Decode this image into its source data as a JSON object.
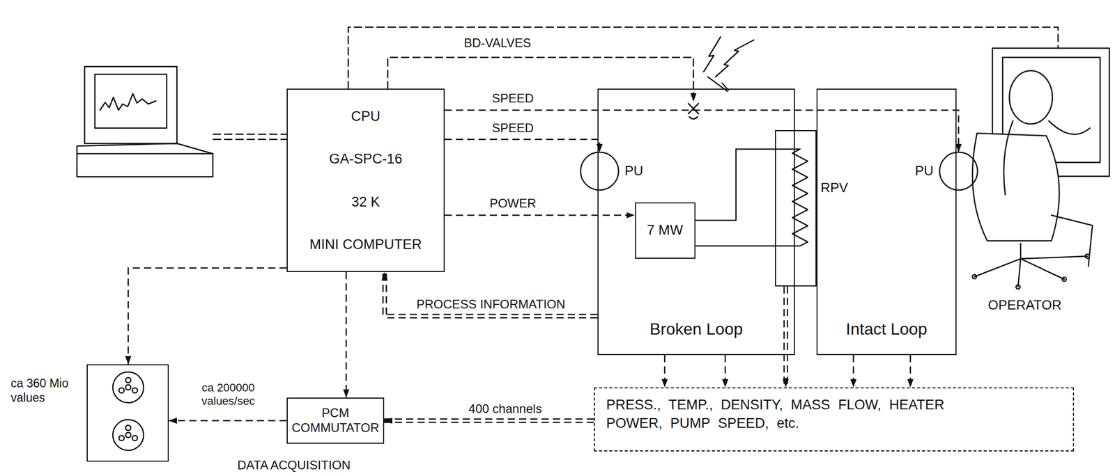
{
  "diagram": {
    "nodes": [
      {
        "text": [
          "CPU",
          "GA-SPC-16",
          "32 K",
          "MINI COMPUTER"
        ]
      },
      {
        "text": [
          "Broken Loop"
        ]
      },
      {
        "text": [
          "PU"
        ]
      },
      {
        "text": [
          "7 MW"
        ],
        "in": 1
      },
      {
        "text": [
          "RPV"
        ]
      },
      {
        "text": [
          "Intact Loop"
        ]
      },
      {
        "text": [
          "PU"
        ]
      },
      {
        "text": [
          "PRESS., TEMP., DENSITY, MASS FLOW, HEATER POWER, PUMP SPEED, etc."
        ]
      },
      {
        "text": [
          "PCM COMMUTATOR"
        ]
      },
      {
        "text": [
          "ca 360 Mio values"
        ]
      }
    ],
    "edges": [
      {
        "from": 0,
        "to": 6,
        "label": "SPEED",
        "arrow": "to"
      },
      {
        "from": 0,
        "to": 2,
        "label": "SPEED",
        "arrow": "to"
      },
      {
        "from": 0,
        "to": 3,
        "label": "POWER",
        "arrow": "to"
      },
      {
        "from": 1,
        "to": 0,
        "label": "PROCESS INFORMATION",
        "arrow": "to"
      },
      {
        "from": 3,
        "to": 4,
        "arrow": "none"
      },
      {
        "from": 3,
        "to": 4,
        "arrow": "none"
      },
      {
        "from": 0,
        "to": 8,
        "arrow": "to"
      },
      {
        "from": 0,
        "to": 9,
        "arrow": "to"
      },
      {
        "from": 1,
        "to": 7,
        "arrow": "to"
      },
      {
        "from": 1,
        "to": 7,
        "arrow": "to"
      },
      {
        "from": 4,
        "to": 7,
        "arrow": "to"
      },
      {
        "from": 5,
        "to": 7,
        "arrow": "to"
      },
      {
        "from": 5,
        "to": 7,
        "arrow": "to"
      },
      {
        "from": 7,
        "to": 8,
        "label": "400 channels",
        "arrow": "to"
      },
      {
        "from": 8,
        "to": 9,
        "label": "ca 200000 values/sec",
        "arrow": "to"
      }
    ],
    "labels": [
      "BD-VALVES",
      "OPERATOR",
      "DATA ACQUISITION"
    ]
  }
}
